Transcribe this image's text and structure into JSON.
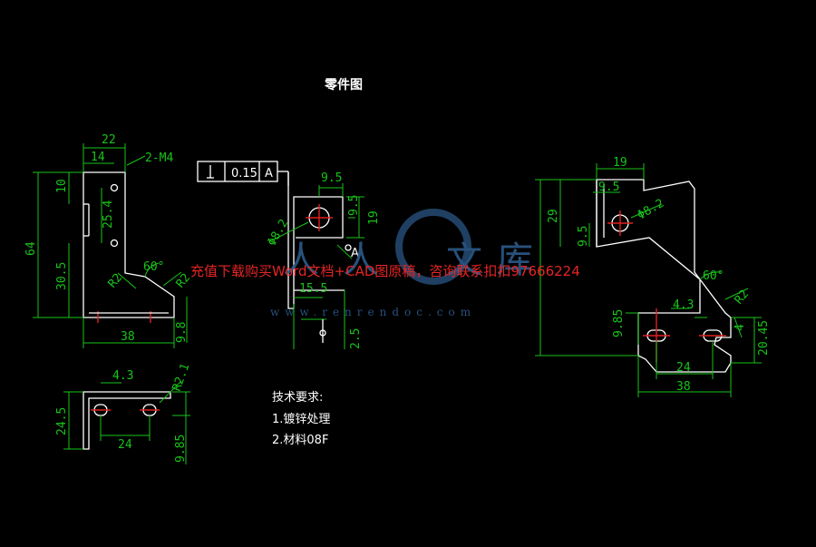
{
  "drawing": {
    "title": "零件图",
    "notes": {
      "heading": "技术要求:",
      "items": [
        "1.镀锌处理",
        "2.材料08F"
      ]
    },
    "tolerance_frame": {
      "value": "0.15",
      "datum": "A"
    },
    "view_front_left": {
      "dims": [
        "22",
        "14",
        "2-M4",
        "10",
        "25.4",
        "64",
        "30.5",
        "R2",
        "60°",
        "R2",
        "38",
        "9.8"
      ]
    },
    "view_bottom_left": {
      "dims": [
        "4.3",
        "R2.1",
        "24.5",
        "24",
        "9.85"
      ]
    },
    "view_side_middle": {
      "dims": [
        "9.5",
        "9.5",
        "19",
        "Φ8.2",
        "15.5",
        "2.5",
        "A"
      ]
    },
    "view_right": {
      "dims": [
        "19",
        "9.5",
        "Φ8.2",
        "29",
        "9.5",
        "60°",
        "R2",
        "4.3",
        "9.85",
        "4",
        "20.45",
        "24",
        "38"
      ]
    }
  },
  "watermark": {
    "text": "充值下载购买Word文档+CAD图原稿，咨询联系扣扣97666224",
    "site": "www.renrendoc.com",
    "chars": [
      "人",
      "人",
      "文",
      "库"
    ]
  },
  "colors": {
    "background": "#000000",
    "outline": "#ffffff",
    "dimension": "#19c319",
    "centerline": "#e02020",
    "watermark_text": "#ff2a2a",
    "watermark_logo": "#2c5a8a"
  }
}
